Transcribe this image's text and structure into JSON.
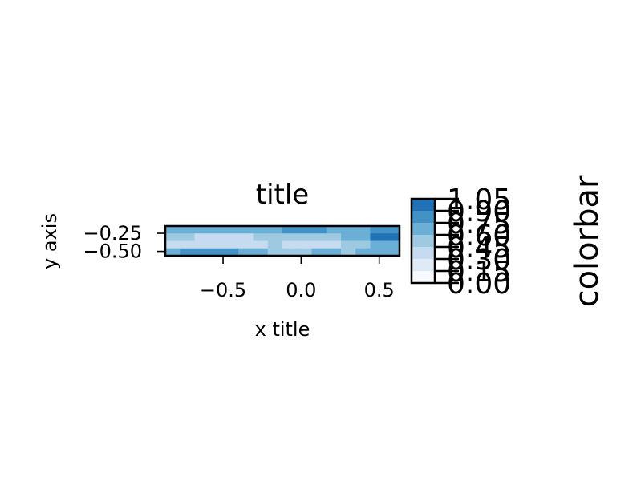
{
  "chart_data": {
    "type": "heatmap",
    "title": "title",
    "xlabel": "x title",
    "ylabel": "y axis",
    "xlim": [
      -0.87,
      0.63
    ],
    "ylim": [
      -0.56,
      -0.15
    ],
    "x_ticks": [
      -0.5,
      0.0,
      0.5
    ],
    "x_tick_labels": [
      "−0.5",
      "0.0",
      "0.5"
    ],
    "y_ticks": [
      -0.25,
      -0.5
    ],
    "y_tick_labels": [
      "−0.25",
      "−0.50"
    ],
    "colormap": "Blues",
    "colorbar": {
      "label": "colorbar",
      "range": [
        0.0,
        1.05
      ],
      "ticks": [
        0.0,
        0.15,
        0.3,
        0.45,
        0.6,
        0.75,
        0.9,
        1.05
      ],
      "tick_labels": [
        "0.00",
        "0.15",
        "0.30",
        "0.45",
        "0.60",
        "0.75",
        "0.90",
        "1.05"
      ],
      "band_colors": [
        "#f7fbff",
        "#deebf7",
        "#c6dbef",
        "#9ecae1",
        "#6baed6",
        "#4292c6",
        "#2171b5",
        "#08519c"
      ]
    },
    "contour_fill": {
      "levels": [
        0.0,
        0.15,
        0.3,
        0.45,
        0.6,
        0.75,
        0.9,
        1.05
      ],
      "rows": [
        [
          0.62,
          0.66,
          0.7,
          0.74,
          0.72,
          0.68,
          0.66,
          0.7,
          0.76,
          0.8,
          0.78,
          0.74,
          0.7,
          0.72,
          0.78,
          0.82
        ],
        [
          0.5,
          0.48,
          0.44,
          0.4,
          0.38,
          0.42,
          0.46,
          0.5,
          0.54,
          0.52,
          0.48,
          0.56,
          0.64,
          0.7,
          0.92,
          0.94
        ],
        [
          0.44,
          0.4,
          0.34,
          0.3,
          0.32,
          0.36,
          0.42,
          0.46,
          0.44,
          0.4,
          0.38,
          0.42,
          0.5,
          0.58,
          0.66,
          0.68
        ],
        [
          0.72,
          0.8,
          0.86,
          0.84,
          0.76,
          0.7,
          0.64,
          0.56,
          0.52,
          0.56,
          0.62,
          0.6,
          0.58,
          0.62,
          0.7,
          0.74
        ]
      ]
    }
  }
}
